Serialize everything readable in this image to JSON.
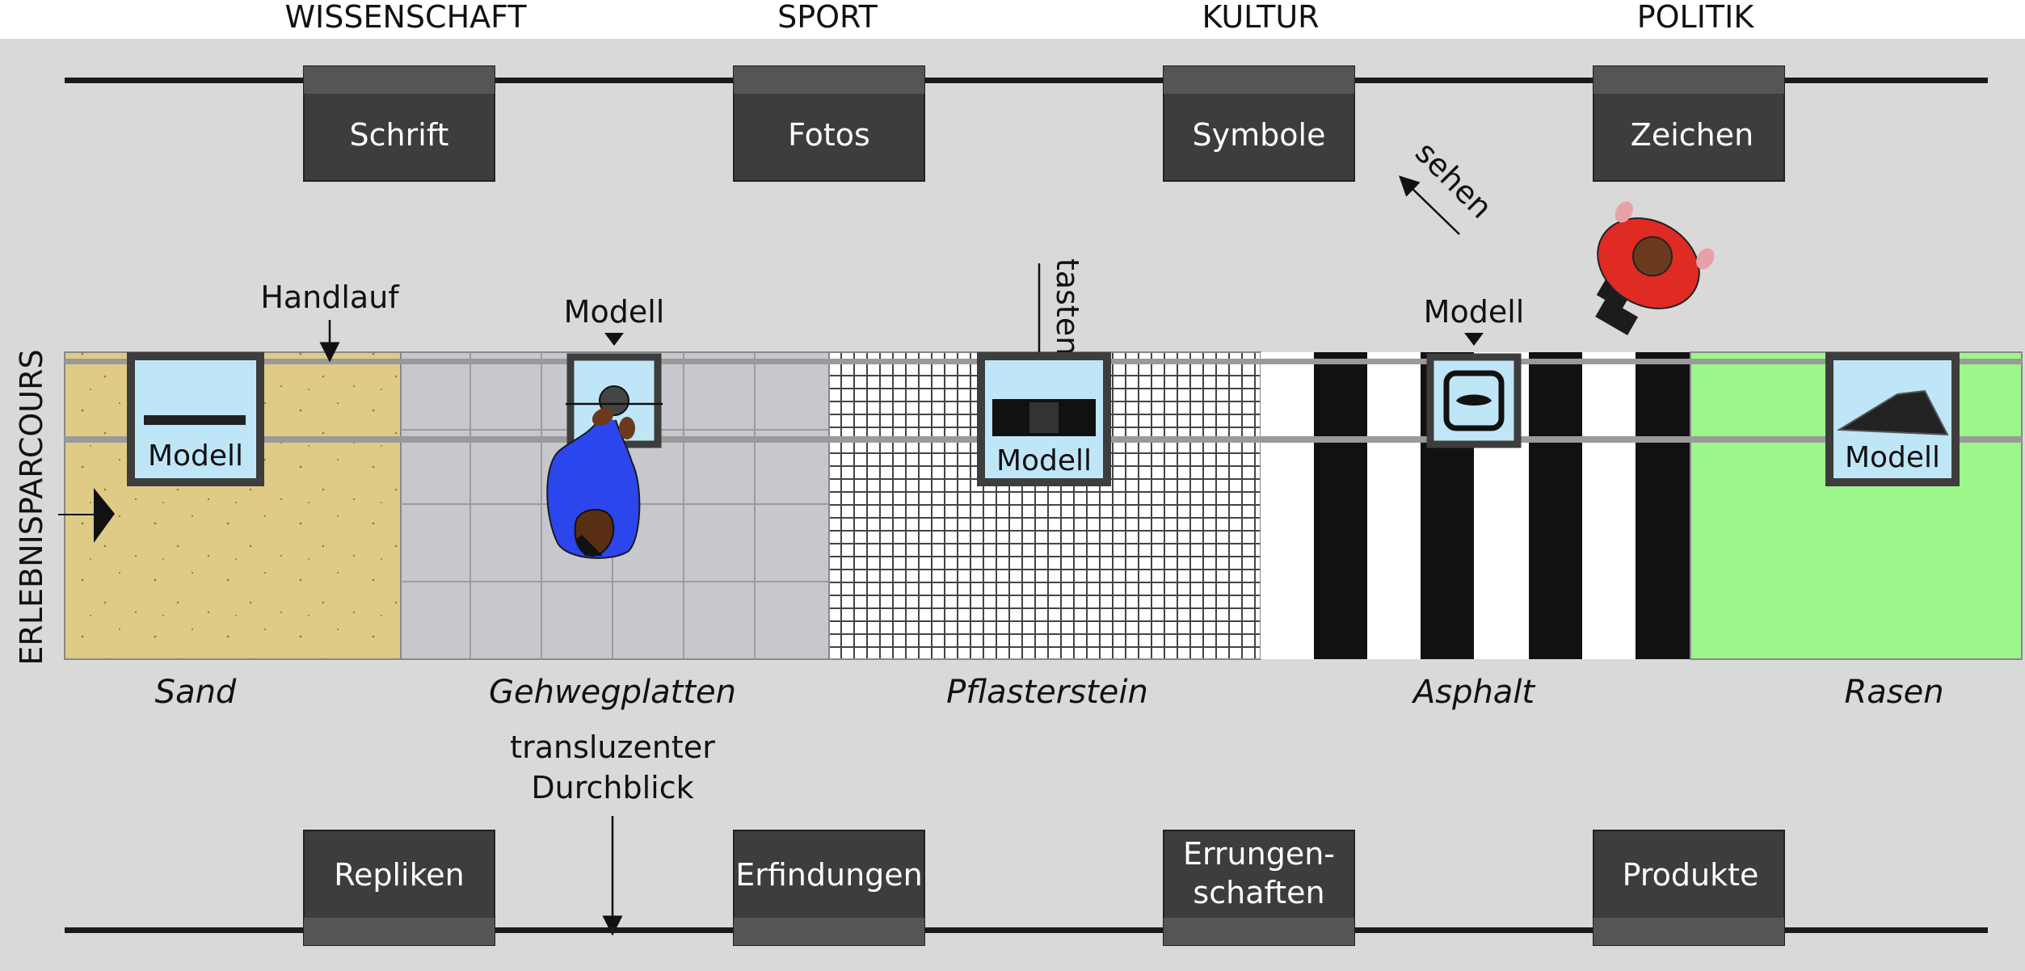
{
  "categories": [
    "WISSENSCHAFT",
    "SPORT",
    "KULTUR",
    "POLITIK"
  ],
  "top_boxes": [
    "Schrift",
    "Fotos",
    "Symbole",
    "Zeichen"
  ],
  "bottom_boxes": [
    [
      "Repliken"
    ],
    [
      "Erfindungen"
    ],
    [
      "Errungen-",
      "schaften"
    ],
    [
      "Produkte"
    ]
  ],
  "surfaces": [
    "Sand",
    "Gehwegplatten",
    "Pflasterstein",
    "Asphalt",
    "Rasen"
  ],
  "annotations": {
    "handrail": "Handlauf",
    "model": "Modell",
    "touch": "tasten",
    "see": "sehen",
    "translucent_line1": "transluzenter",
    "translucent_line2": "Durchblick",
    "parcours": "ERLEBNISPARCOURS"
  },
  "colors": {
    "background": "#d9d9d9",
    "box": "#3d3d3d",
    "box_band": "#555555",
    "sand": "#dfcb86",
    "tiles": "#c6c8ce",
    "grass": "#9cf68a",
    "model_glass": "#bfe6f7",
    "visitor_blue": "#2c46ee",
    "visitor_red": "#e02a24",
    "skin": "#6b3a1e"
  }
}
